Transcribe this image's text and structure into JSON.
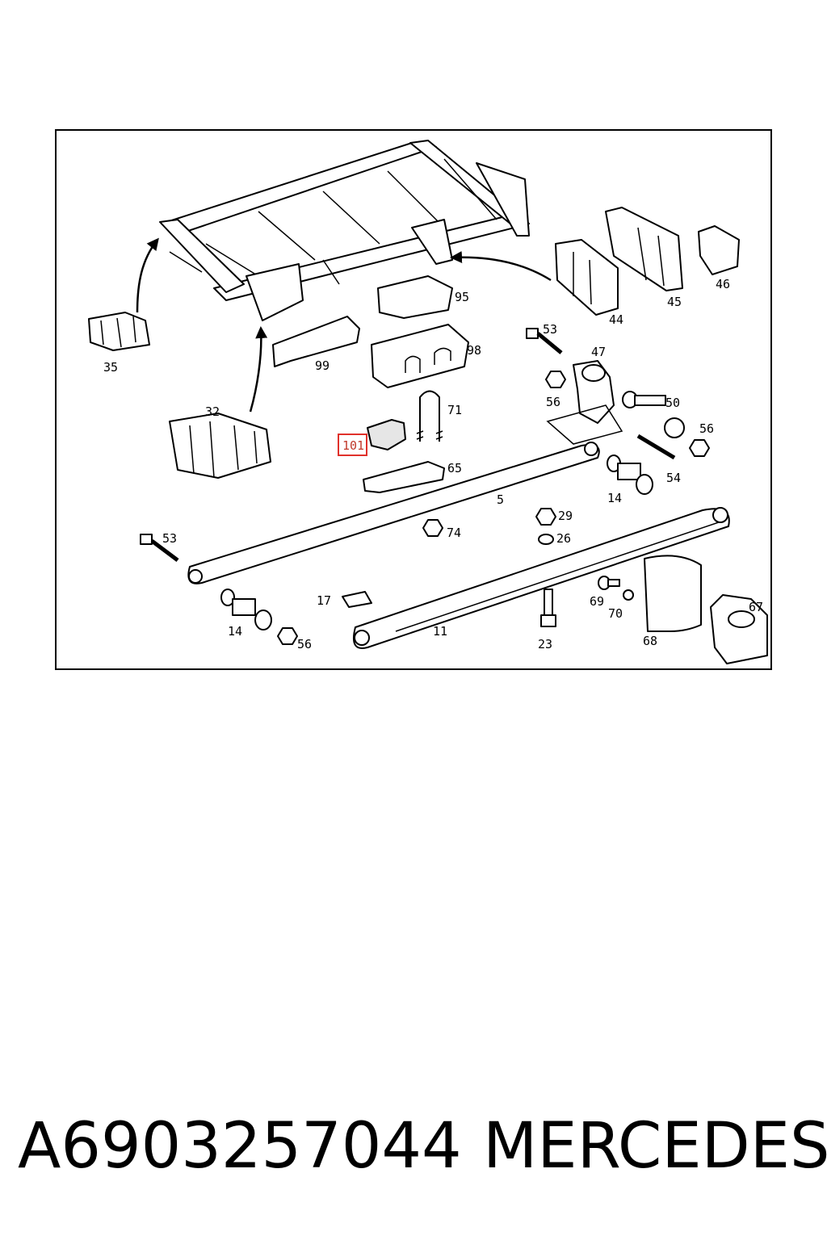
{
  "diagram": {
    "callouts": {
      "c35": "35",
      "c32": "32",
      "c99": "99",
      "c95": "95",
      "c98": "98",
      "c71": "71",
      "c101": "101",
      "c65": "65",
      "c5": "5",
      "c53a": "53",
      "c53b": "53",
      "c47": "47",
      "c56a": "56",
      "c56b": "56",
      "c56c": "56",
      "c50": "50",
      "c54": "54",
      "c14a": "14",
      "c14b": "14",
      "c44": "44",
      "c45": "45",
      "c46": "46",
      "c74": "74",
      "c29": "29",
      "c26": "26",
      "c17": "17",
      "c11": "11",
      "c23": "23",
      "c69": "69",
      "c70": "70",
      "c68": "68",
      "c67": "67"
    },
    "highlighted_callout": "101",
    "highlight_color": "#e0312b"
  },
  "caption": {
    "part_number": "A6903257044",
    "brand": "MERCEDES"
  }
}
